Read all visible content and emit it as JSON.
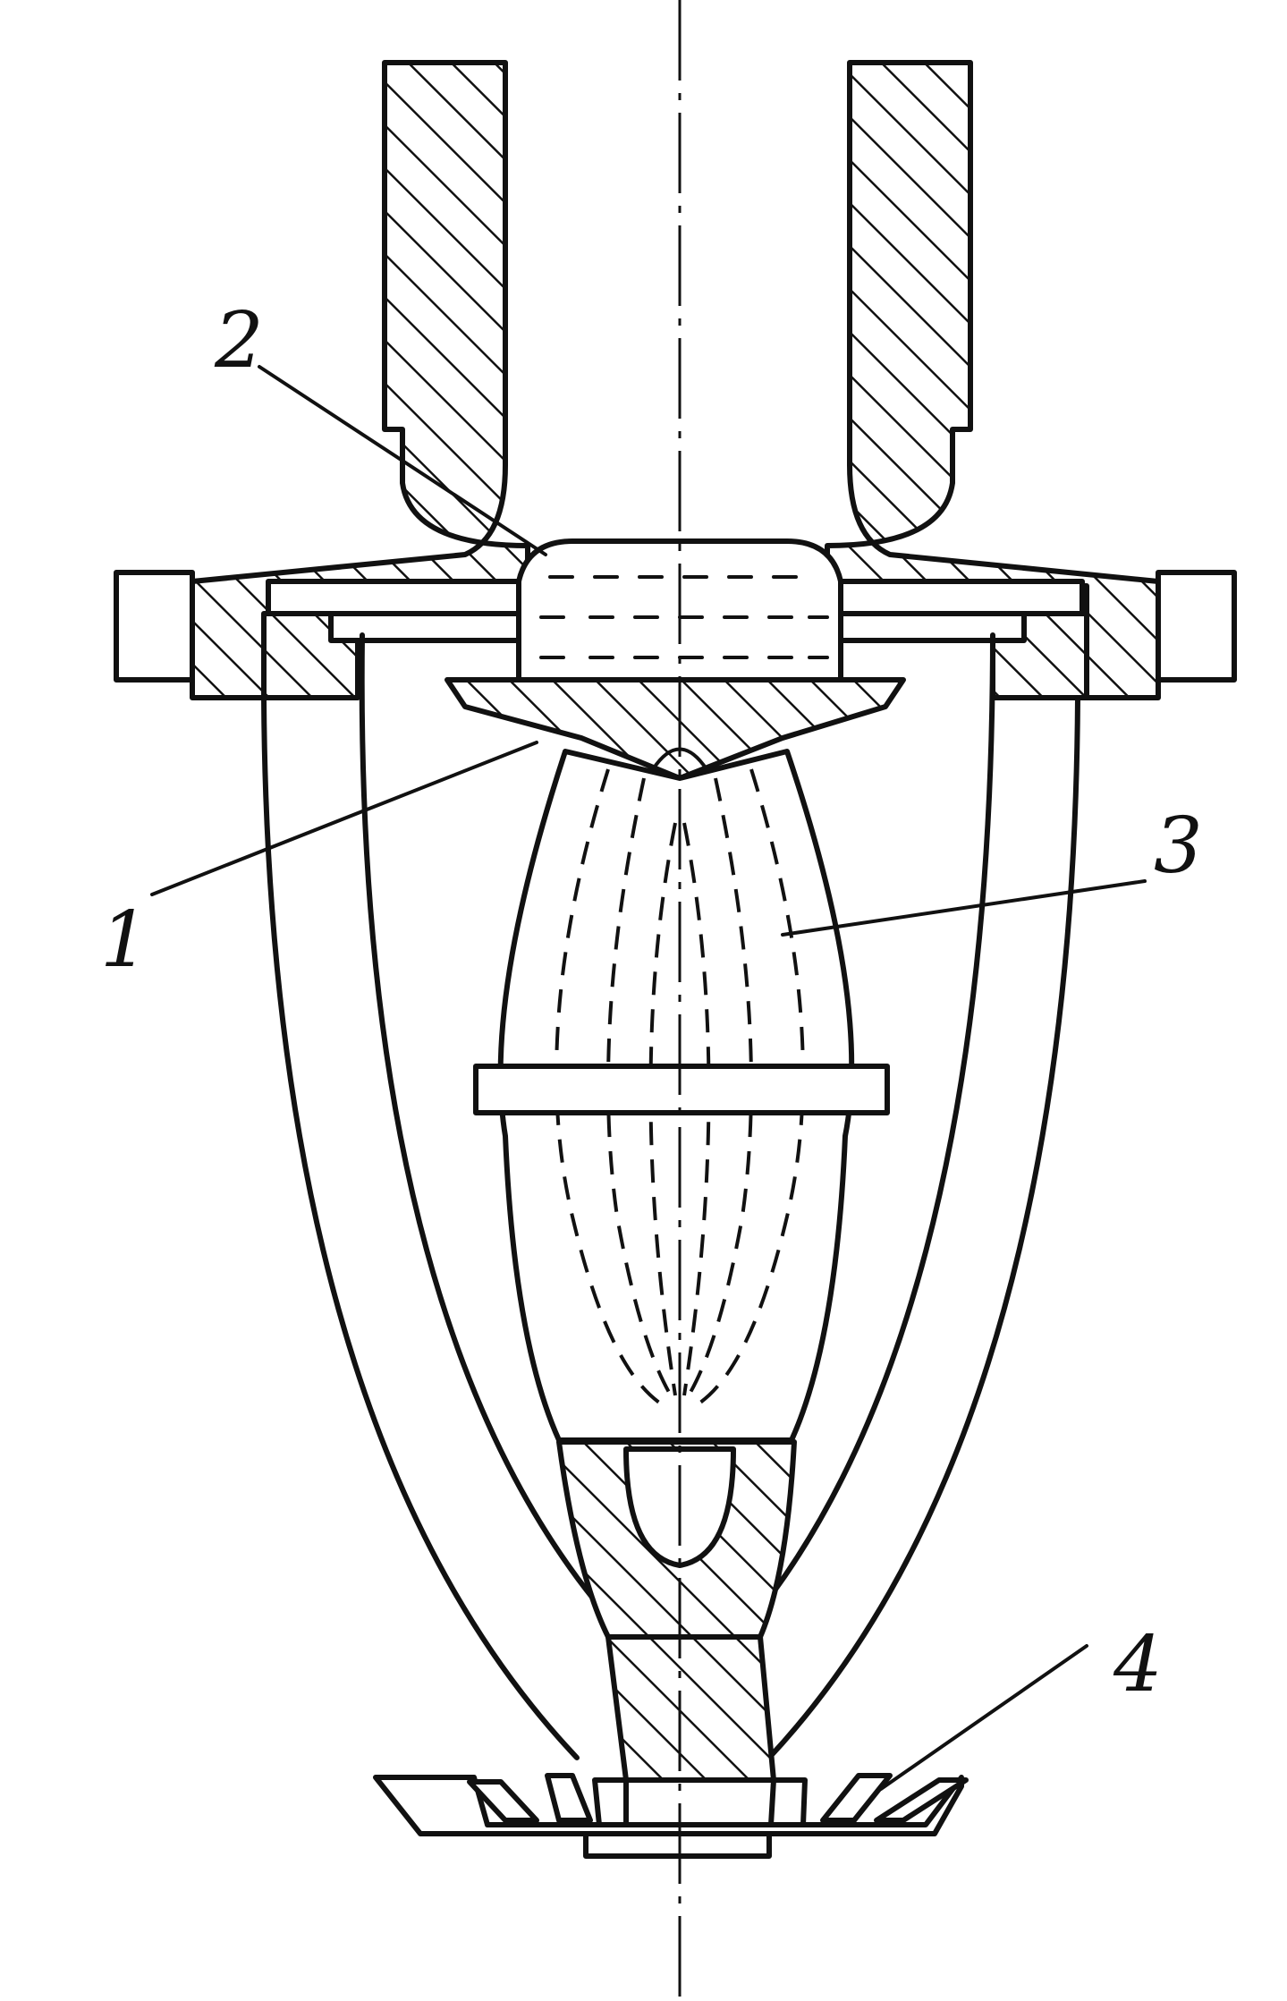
{
  "labels": {
    "l1": "1",
    "l2": "2",
    "l3": "3",
    "l4": "4"
  }
}
